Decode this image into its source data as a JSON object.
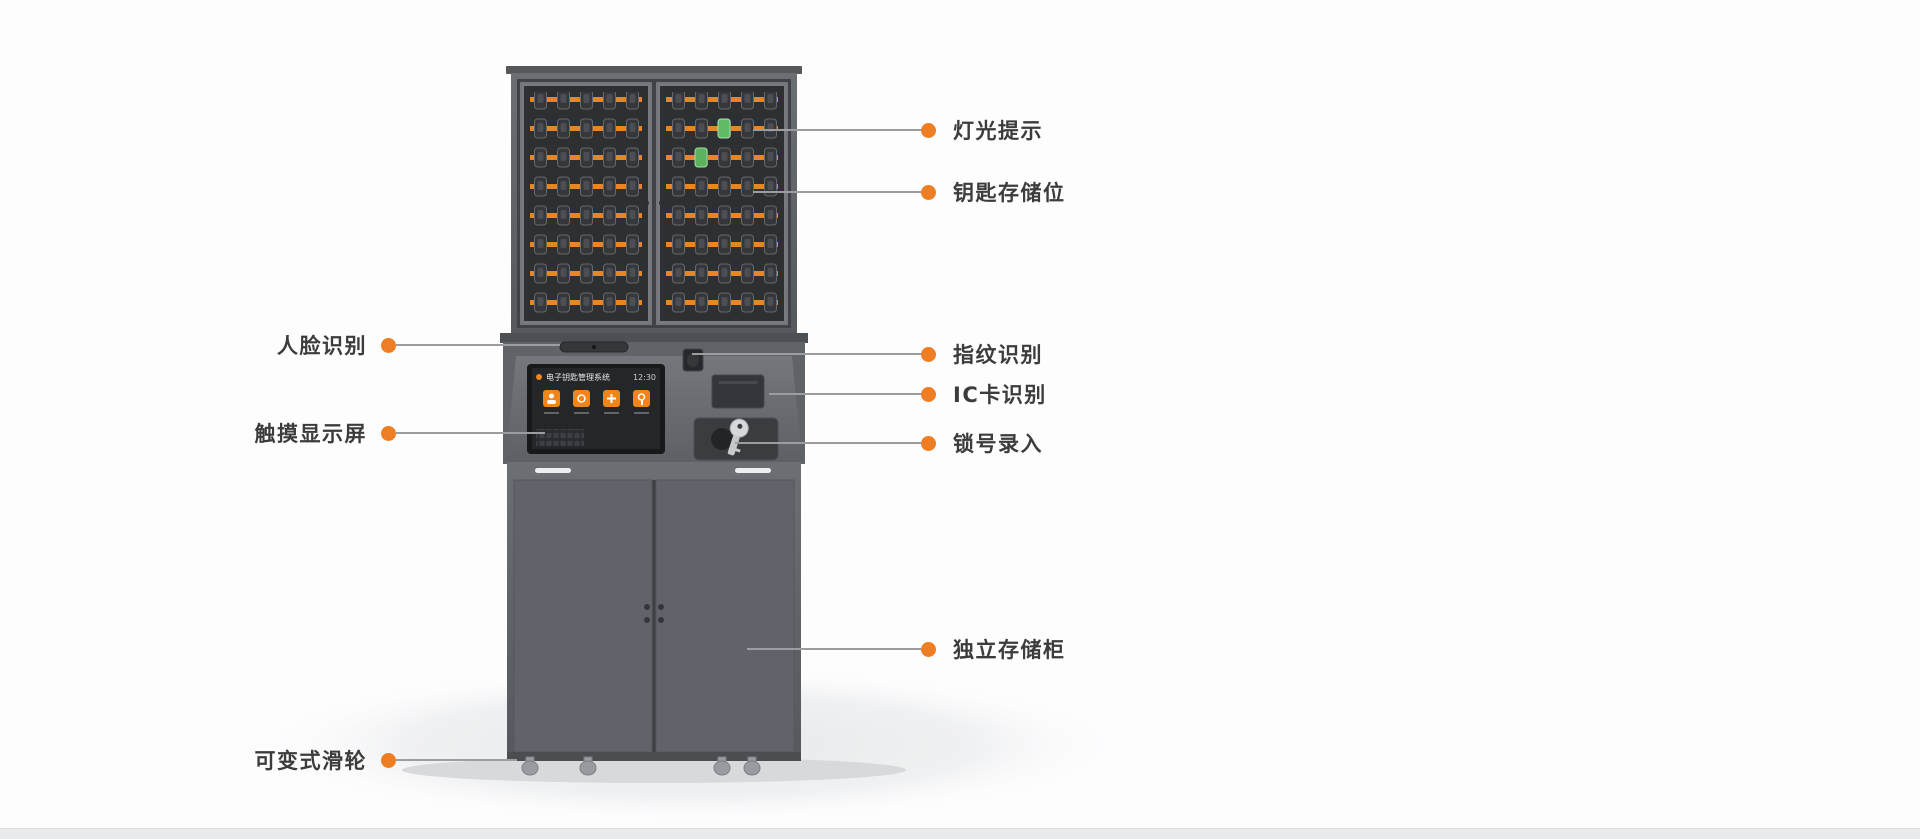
{
  "accent": "#ee7e23",
  "background": "#fdfdfe",
  "callouts": {
    "right": [
      {
        "label": "灯光提示"
      },
      {
        "label": "钥匙存储位"
      },
      {
        "label": "指纹识别"
      },
      {
        "label": "IC卡识别"
      },
      {
        "label": "锁号录入"
      },
      {
        "label": "独立存储柜"
      }
    ],
    "left": [
      {
        "label": "人脸识别"
      },
      {
        "label": "触摸显示屏"
      },
      {
        "label": "可变式滑轮"
      }
    ]
  },
  "device_screen": {
    "title": "电子钥匙管理系统",
    "time": "12:30"
  }
}
